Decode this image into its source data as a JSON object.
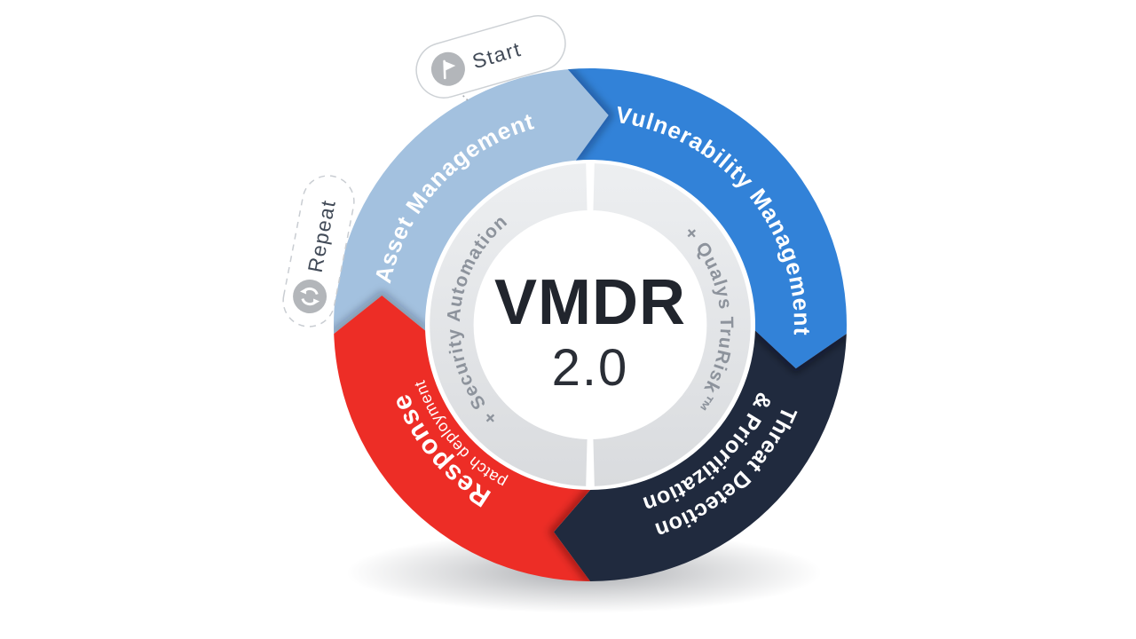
{
  "diagram": {
    "center": {
      "title": "VMDR",
      "version": "2.0"
    },
    "badges": {
      "start": "Start",
      "repeat": "Repeat",
      "icon_bg": "#b3b6ba"
    },
    "segments": {
      "asset": {
        "label": "Asset Management",
        "color": "#a3c1df"
      },
      "vuln": {
        "label": "Vulnerability Management",
        "color": "#3282d8"
      },
      "threat": {
        "line1": "Threat Detection",
        "line2": "& Prioritization",
        "color": "#202a3e"
      },
      "response": {
        "label": "Response",
        "sublabel": "patch deployment",
        "color": "#ed2d26"
      }
    },
    "inner_ring": {
      "left": "+ Security Automation",
      "right": "+ Qualys TruRisk™",
      "color": "#e2e4e6"
    }
  }
}
